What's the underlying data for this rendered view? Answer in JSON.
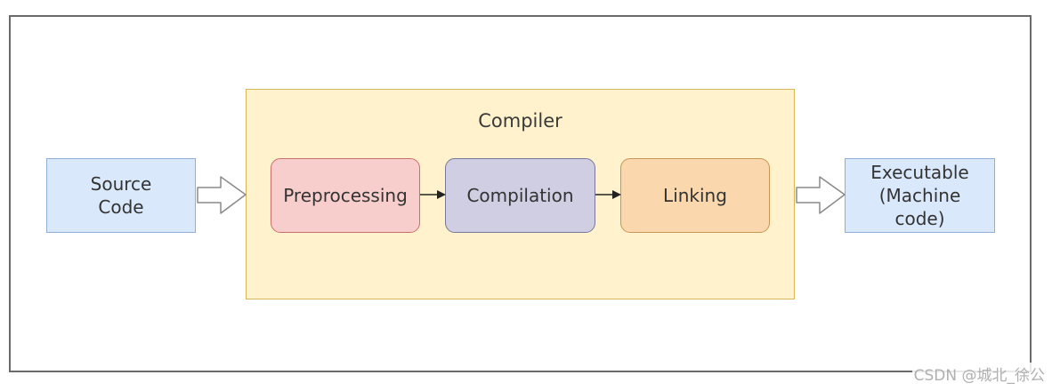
{
  "diagram": {
    "compiler_label": "Compiler",
    "nodes": {
      "source": "Source\nCode",
      "preprocessing": "Preprocessing",
      "compilation": "Compilation",
      "linking": "Linking",
      "executable": "Executable\n(Machine\ncode)"
    },
    "colors": {
      "compiler_fill": "#fff2cc",
      "compiler_border": "#d6b656",
      "io_fill": "#dae8fc",
      "io_border": "#8fb0d8",
      "preprocessing_fill": "#f8cecc",
      "compilation_fill": "#d0cee2",
      "linking_fill": "#fad7ac"
    }
  },
  "watermark": "CSDN @城北_徐公"
}
